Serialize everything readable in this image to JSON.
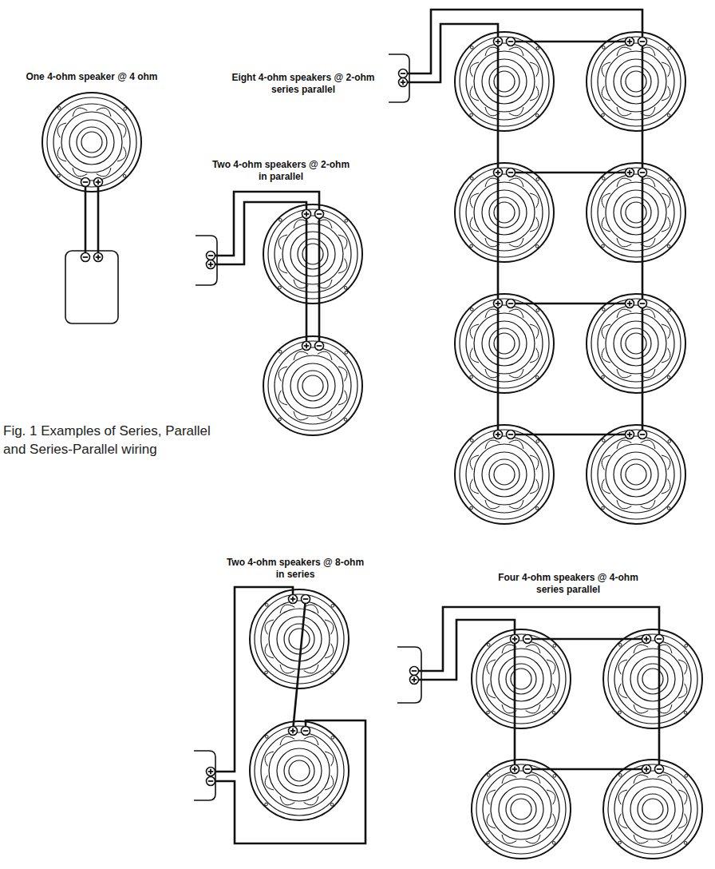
{
  "diagram": {
    "caption": "Fig. 1 Examples of Series, Parallel and Series-Parallel wiring",
    "labels": [
      "One 4-ohm speaker @ 4 ohm",
      "Eight 4-ohm speakers @ 2-ohm series parallel",
      "Two 4-ohm speakers @ 2-ohm in parallel",
      "Two 4-ohm speakers @ 8-ohm in series",
      "Four 4-ohm speakers @ 4-ohm series parallel"
    ]
  }
}
